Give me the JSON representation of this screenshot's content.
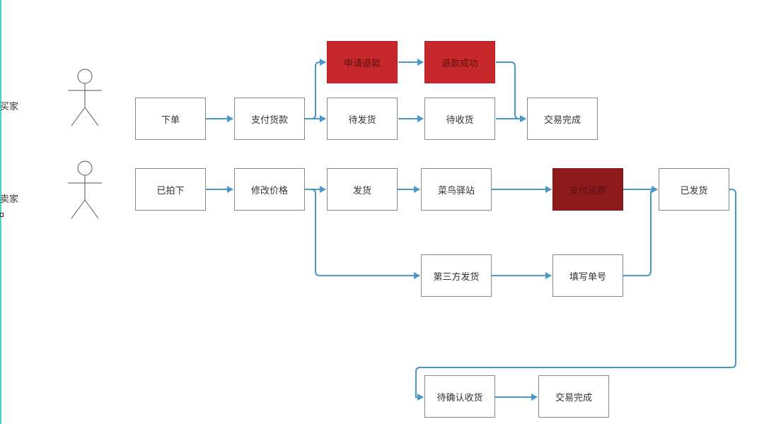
{
  "roles": {
    "buyer": "买家",
    "seller": "卖家"
  },
  "nodes": {
    "buyer_order": "下单",
    "buyer_pay": "支付货款",
    "buyer_wait_ship": "待发货",
    "buyer_wait_receive": "待收货",
    "buyer_done": "交易完成",
    "buyer_refund_apply": "申请退款",
    "buyer_refund_success": "退款成功",
    "seller_ordered": "已拍下",
    "seller_edit_price": "修改价格",
    "seller_ship": "发货",
    "seller_cainiao": "菜鸟驿站",
    "seller_pay_freight": "支付运费",
    "seller_shipped": "已发货",
    "seller_third_party": "第三方发货",
    "seller_fill_number": "填写单号",
    "confirm_receipt": "待确认收货",
    "final_done": "交易完成"
  },
  "colors": {
    "arrow": "#4a98c9",
    "node_border": "#8a8a8a",
    "highlight_red": "#c7282b",
    "highlight_dark_red": "#8e1b1b"
  }
}
